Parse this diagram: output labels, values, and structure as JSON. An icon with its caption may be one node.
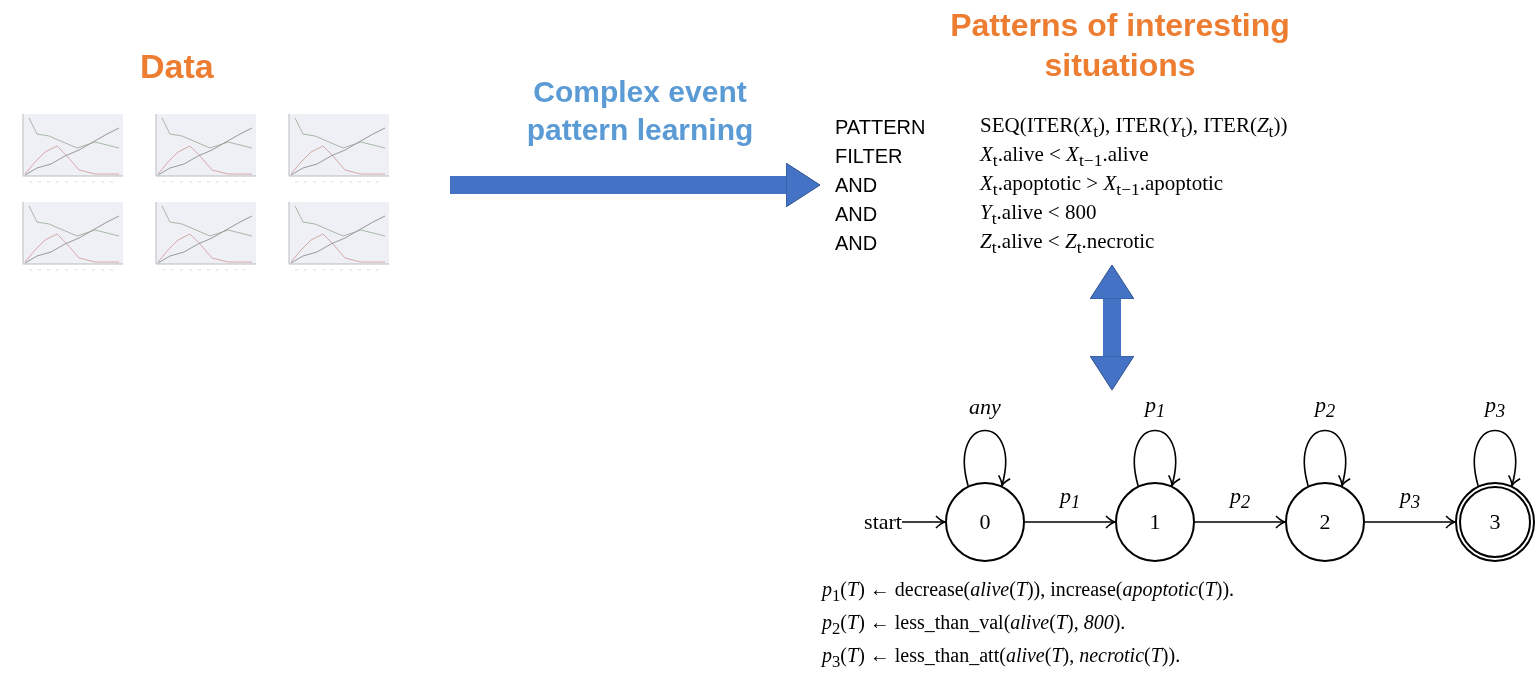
{
  "diagram": {
    "nodes": [
      {
        "text": [
          "Data"
        ]
      },
      {
        "text": [],
        "shape": "picture",
        "in": 0
      },
      {
        "text": [],
        "shape": "picture",
        "in": 0
      },
      {
        "text": [],
        "shape": "picture",
        "in": 0
      },
      {
        "text": [],
        "shape": "picture",
        "in": 0
      },
      {
        "text": [],
        "shape": "picture",
        "in": 0
      },
      {
        "text": [],
        "shape": "picture",
        "in": 0
      },
      {
        "text": [
          "Patterns of interesting situations",
          "PATTERN",
          "SEQ(ITER(*X*$_{t}$), ITER(*Y*$_{t}$), ITER(*Z*$_{t}$))",
          "FILTER",
          "*X*$_{t}$.alive < *X*$_{t−1}$.alive",
          "AND",
          "*X*$_{t}$.apoptotic > *X*$_{t−1}$.apoptotic",
          "AND",
          "*Y*$_{t}$.alive < 800",
          "AND",
          "*Z*$_{t}$.alive < *Z*$_{t}$.necrotic"
        ]
      },
      {
        "text": [
          "*p*$_{1}$(*T*) ← decrease(*alive*(*T*)), increase(*apoptotic*(*T*)).",
          "*p*$_{2}$(*T*) ← less_than_val(*alive*(*T*), *800*).",
          "*p*$_{3}$(*T*) ← less_than_att(*alive*(*T*), *necrotic*(*T*))."
        ]
      },
      {
        "text": [
          "start"
        ],
        "in": 8
      },
      {
        "text": [
          "0"
        ],
        "in": 8
      },
      {
        "text": [
          "1"
        ],
        "in": 8
      },
      {
        "text": [
          "2"
        ],
        "in": 8
      },
      {
        "text": [
          "3"
        ],
        "in": 8
      }
    ],
    "edges": [
      {
        "from": 0,
        "to": 7,
        "arrow": "to",
        "label": "Complex event pattern learning",
        "style": "thick",
        "color": "#4472c4"
      },
      {
        "from": 7,
        "to": 8,
        "arrow": "both",
        "style": "thick",
        "color": "#4472c4"
      },
      {
        "from": 9,
        "to": 10,
        "arrow": "to"
      },
      {
        "from": 10,
        "to": 10,
        "arrow": "to",
        "label": "any"
      },
      {
        "from": 10,
        "to": 11,
        "arrow": "to",
        "label": "p$_{1}$"
      },
      {
        "from": 11,
        "to": 11,
        "arrow": "to",
        "label": "p$_{1}$"
      },
      {
        "from": 11,
        "to": 12,
        "arrow": "to",
        "label": "p$_{2}$"
      },
      {
        "from": 12,
        "to": 12,
        "arrow": "to",
        "label": "p$_{2}$"
      },
      {
        "from": 12,
        "to": 13,
        "arrow": "to",
        "label": "p$_{3}$"
      },
      {
        "from": 13,
        "to": 13,
        "arrow": "to",
        "label": "p$_{3}$"
      }
    ]
  }
}
